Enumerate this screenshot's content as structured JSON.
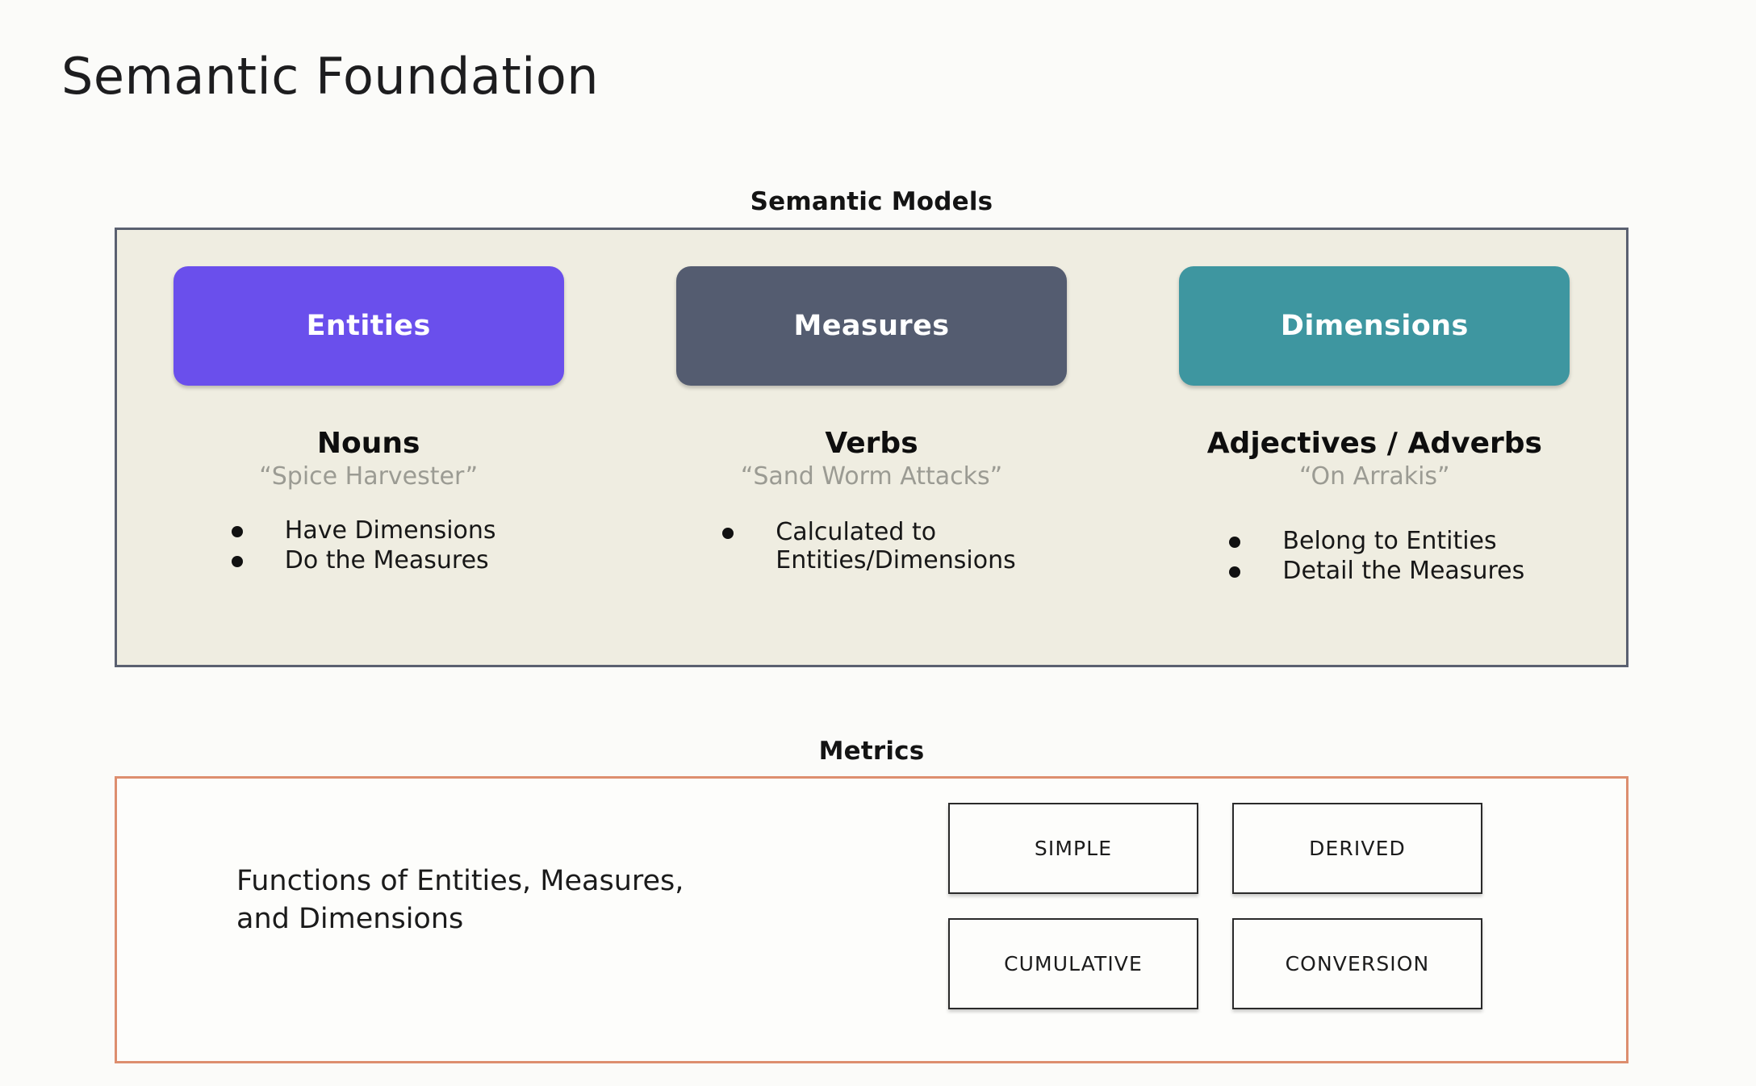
{
  "page": {
    "title": "Semantic Foundation",
    "background_color": "#fbfbf9"
  },
  "semantic_models": {
    "caption": "Semantic Models",
    "panel_background": "#efede1",
    "panel_border_color": "#5a6070",
    "columns": [
      {
        "pill_label": "Entities",
        "pill_color": "#6a4fec",
        "part_of_speech": "Nouns",
        "example": "“Spice Harvester”",
        "bullets": [
          "Have Dimensions",
          "Do the Measures"
        ]
      },
      {
        "pill_label": "Measures",
        "pill_color": "#545c70",
        "part_of_speech": "Verbs",
        "example": "“Sand Worm Attacks”",
        "bullets": [
          "Calculated to\nEntities/Dimensions"
        ]
      },
      {
        "pill_label": "Dimensions",
        "pill_color": "#3e96a0",
        "part_of_speech": "Adjectives / Adverbs",
        "example": "“On Arrakis”",
        "bullets": [
          "Belong to Entities",
          "Detail the Measures"
        ]
      }
    ]
  },
  "metrics": {
    "caption": "Metrics",
    "panel_border_color": "#dd8e6f",
    "description": "Functions of Entities, Measures,\nand Dimensions",
    "types": [
      "SIMPLE",
      "DERIVED",
      "CUMULATIVE",
      "CONVERSION"
    ]
  }
}
